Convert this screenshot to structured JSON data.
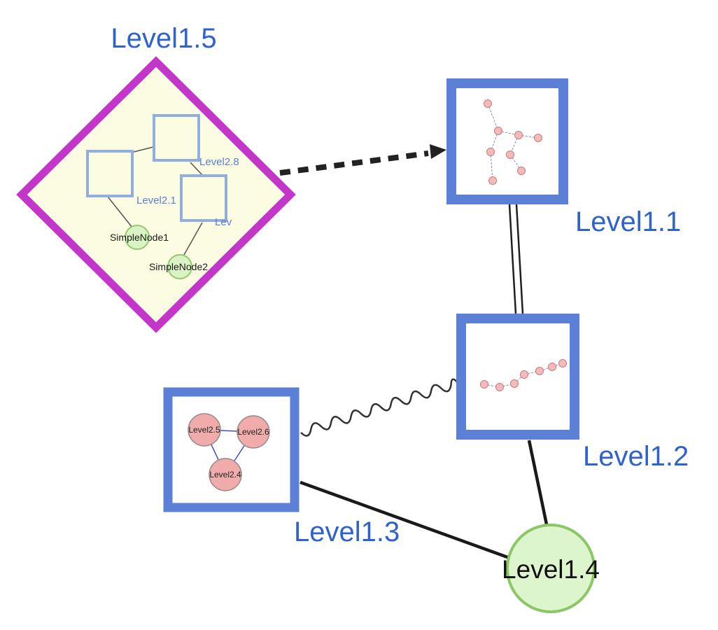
{
  "diagram": {
    "type": "nested-graph",
    "background": "#ffffff",
    "palette": {
      "label_blue": "#2e62cc",
      "node_border_blue": "#5c80d6",
      "diamond_magenta": "#c336c9",
      "diamond_fill": "#fbfce1",
      "inner_square_border": "#92aede",
      "green_fill": "#daf2c4",
      "green_stroke": "#93c96d",
      "pink_fill": "#f2b0b0",
      "pink_stroke": "#c87c7c",
      "edge_black": "#1f1f1f",
      "mini_edge_blue": "#8585d2"
    },
    "nodes": {
      "level1_5": {
        "label": "Level1.5",
        "shape": "diamond",
        "group": true
      },
      "level1_1": {
        "label": "Level1.1",
        "shape": "square"
      },
      "level1_2": {
        "label": "Level1.2",
        "shape": "square"
      },
      "level1_3": {
        "label": "Level1.3",
        "shape": "square",
        "group": true
      },
      "level1_4": {
        "label": "Level1.4",
        "shape": "circle"
      }
    },
    "level1_5_children": {
      "level2_1": {
        "label": "Level2.1",
        "shape": "square"
      },
      "level2_8": {
        "label": "Level2.8",
        "shape": "square"
      },
      "level2_x": {
        "label": "Lev",
        "shape": "square"
      },
      "simple_node1": {
        "label": "SimpleNode1",
        "shape": "circle"
      },
      "simple_node2": {
        "label": "SimpleNode2",
        "shape": "circle"
      }
    },
    "level1_3_children": {
      "level2_5": {
        "label": "Level2.5"
      },
      "level2_6": {
        "label": "Level2.6"
      },
      "level2_4": {
        "label": "Level2.4"
      }
    },
    "edges": [
      {
        "from": "Level1.5",
        "to": "Level1.1",
        "style": "thick-dashed-arrow"
      },
      {
        "from": "Level1.1",
        "to": "Level1.2",
        "style": "double-line"
      },
      {
        "from": "Level1.3",
        "to": "Level1.2",
        "style": "wavy"
      },
      {
        "from": "Level1.3",
        "to": "Level1.4",
        "style": "solid"
      },
      {
        "from": "Level1.2",
        "to": "Level1.4",
        "style": "solid"
      }
    ]
  }
}
